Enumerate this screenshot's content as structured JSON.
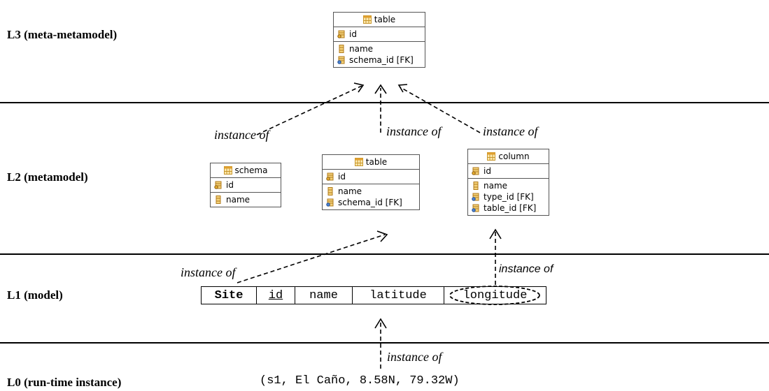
{
  "levels": {
    "l3": "L3 (meta-metamodel)",
    "l2": "L2 (metamodel)",
    "l1": "L1 (model)",
    "l0": "L0 (run-time instance)"
  },
  "l3_table": {
    "title": "table",
    "pk": [
      "id"
    ],
    "attrs": [
      "name",
      "schema_id [FK]"
    ]
  },
  "l2_schema": {
    "title": "schema",
    "pk": [
      "id"
    ],
    "attrs": [
      "name"
    ]
  },
  "l2_table": {
    "title": "table",
    "pk": [
      "id"
    ],
    "attrs": [
      "name",
      "schema_id [FK]"
    ]
  },
  "l2_column": {
    "title": "column",
    "pk": [
      "id"
    ],
    "attrs": [
      "name",
      "type_id [FK]",
      "table_id [FK]"
    ]
  },
  "site_table": {
    "cells": [
      "Site",
      "id",
      "name",
      "latitude",
      "longitude"
    ]
  },
  "runtime_instance": "(s1, El Caño, 8.58N, 79.32W)",
  "instance_labels": {
    "l2_schema_to_l3": "instance of",
    "l2_table_to_l3": "instance of",
    "l2_column_to_l3": "instance of",
    "l1_site_to_l2": "instance of",
    "l1_longitude_to_l2": "instance of",
    "l0_to_l1": "instance of"
  },
  "icons": {
    "table": "table-icon",
    "pk": "primary-key-icon",
    "attr": "attribute-icon",
    "fk": "foreign-key-icon"
  }
}
